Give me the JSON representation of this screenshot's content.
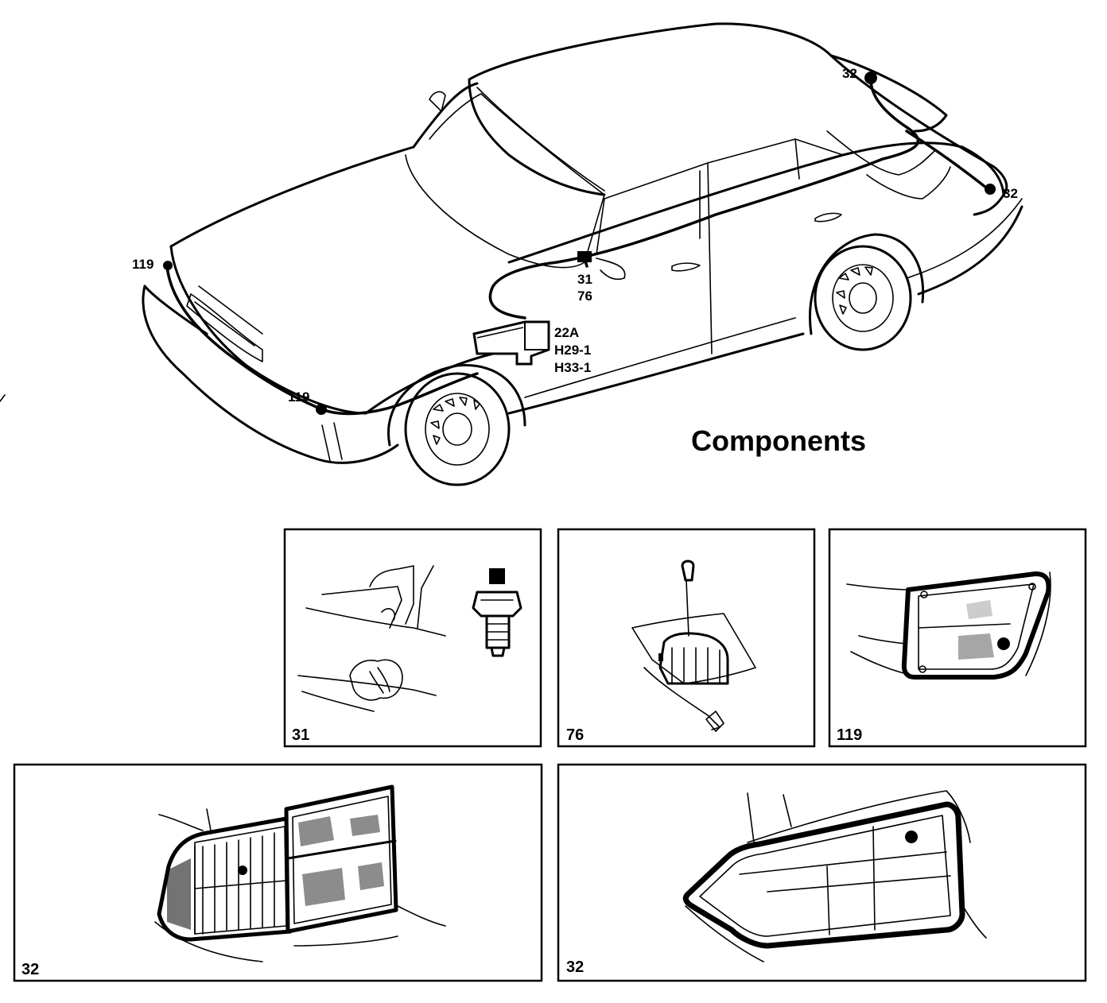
{
  "title": "Components",
  "callouts": {
    "front_left": "119",
    "front_right": "119",
    "switch_a": "31",
    "switch_b": "76",
    "box_a": "22A",
    "box_b": "H29-1",
    "box_c": "H33-1",
    "rear_top": "32",
    "rear_right": "32"
  },
  "panels": [
    {
      "number": "31"
    },
    {
      "number": "76"
    },
    {
      "number": "119"
    },
    {
      "number": "32"
    },
    {
      "number": "32"
    }
  ]
}
